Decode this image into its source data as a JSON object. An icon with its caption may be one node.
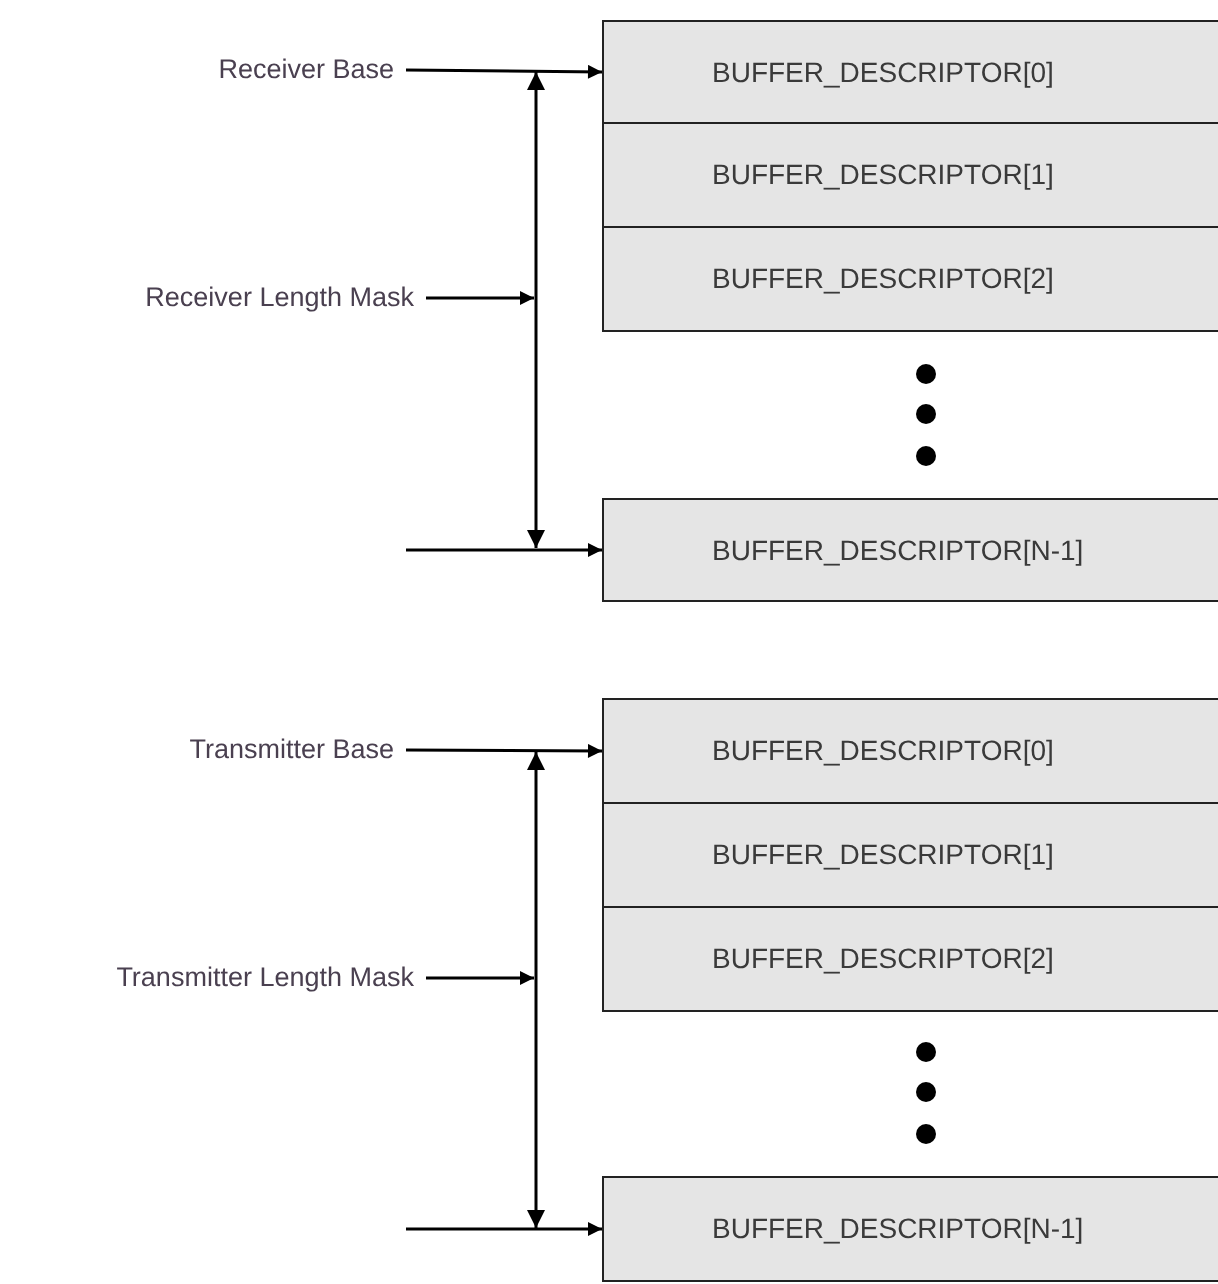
{
  "diagram": {
    "nodes": [
      {
        "text": [
          "Receiver Base"
        ]
      },
      {
        "text": [
          "Receiver Length Mask"
        ]
      },
      {
        "text": [
          "BUFFER_DESCRIPTOR[0]"
        ]
      },
      {
        "text": [
          "BUFFER_DESCRIPTOR[1]"
        ]
      },
      {
        "text": [
          "BUFFER_DESCRIPTOR[2]"
        ]
      },
      {
        "text": [
          "BUFFER_DESCRIPTOR[N-1]"
        ]
      },
      {
        "text": [
          "Transmitter Base"
        ]
      },
      {
        "text": [
          "Transmitter Length Mask"
        ]
      },
      {
        "text": [
          "BUFFER_DESCRIPTOR[0]"
        ]
      },
      {
        "text": [
          "BUFFER_DESCRIPTOR[1]"
        ]
      },
      {
        "text": [
          "BUFFER_DESCRIPTOR[2]"
        ]
      },
      {
        "text": [
          "BUFFER_DESCRIPTOR[N-1]"
        ]
      }
    ],
    "edges": [
      {
        "from": 0,
        "to": 2,
        "arrow": "to"
      },
      {
        "from": 1,
        "to": null,
        "arrow": "to"
      },
      {
        "from": null,
        "to": 5,
        "arrow": "to"
      },
      {
        "from": 6,
        "to": 8,
        "arrow": "to"
      },
      {
        "from": 7,
        "to": null,
        "arrow": "to"
      },
      {
        "from": null,
        "to": 11,
        "arrow": "to"
      }
    ]
  }
}
